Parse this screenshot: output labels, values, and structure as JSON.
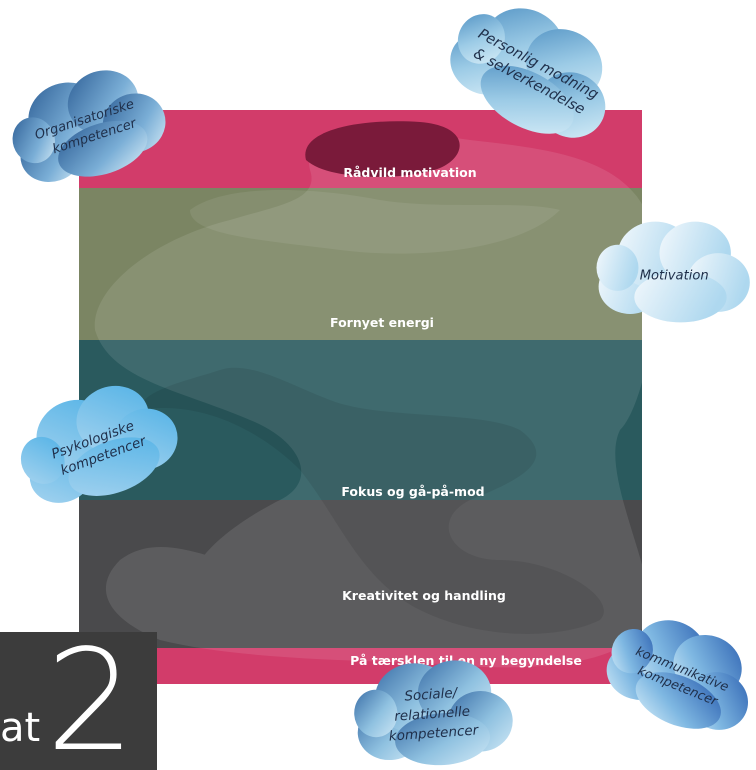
{
  "bands": [
    {
      "label": "Rådvild motivation",
      "color": "#d23c6a"
    },
    {
      "label": "Fornyet energi",
      "color": "#7b8563"
    },
    {
      "label": "Fokus og gå-på-mod",
      "color": "#2a5a5e"
    },
    {
      "label": "Kreativitet og handling",
      "color": "#4a4a4c"
    },
    {
      "label": "På tærsklen til en ny begyndelse",
      "color": "#d23c6a"
    }
  ],
  "clouds": [
    {
      "lines": [
        "Organisatoriske",
        "kompetencer"
      ]
    },
    {
      "lines": [
        "Personlig modning",
        "& selverkendelse"
      ]
    },
    {
      "lines": [
        "Motivation"
      ]
    },
    {
      "lines": [
        "Psykologiske",
        "kompetencer"
      ]
    },
    {
      "lines": [
        "Sociale/",
        "relationelle",
        "kompetencer"
      ]
    },
    {
      "lines": [
        "kommunikative",
        "kompetencer"
      ]
    }
  ],
  "corner": {
    "prefix": "at",
    "number": "2"
  },
  "colors": {
    "cloud_light": "#c6e6f5",
    "cloud_mid": "#6ab0d8",
    "cloud_dark": "#2e5f96",
    "blob_dark": "#7a1a3a"
  }
}
